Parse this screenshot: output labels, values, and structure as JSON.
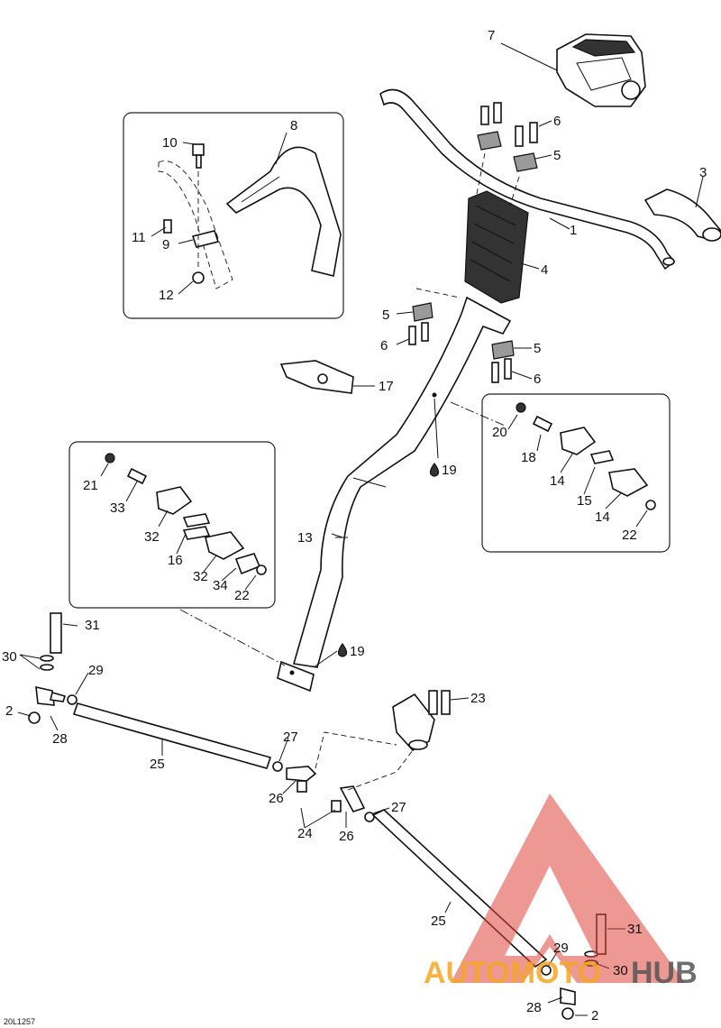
{
  "diagram_code": "20L1257",
  "part_numbers": {
    "p1": "1",
    "p2": "2",
    "p3": "3",
    "p4": "4",
    "p5": "5",
    "p6": "6",
    "p7": "7",
    "p8": "8",
    "p9": "9",
    "p10": "10",
    "p11": "11",
    "p12": "12",
    "p13": "13",
    "p14": "14",
    "p15": "15",
    "p16": "16",
    "p17": "17",
    "p18": "18",
    "p19": "19",
    "p20": "20",
    "p21": "21",
    "p22": "22",
    "p23": "23",
    "p24": "24",
    "p25": "25",
    "p26": "26",
    "p27": "27",
    "p28": "28",
    "p29": "29",
    "p30": "30",
    "p31": "31",
    "p32": "32",
    "p33": "33",
    "p34": "34"
  },
  "watermark": {
    "text_orange": "AUTOMOTO",
    "text_gray": "HUB",
    "color_red": "#e0443a",
    "color_orange": "#f5a623",
    "color_gray": "#555555"
  }
}
